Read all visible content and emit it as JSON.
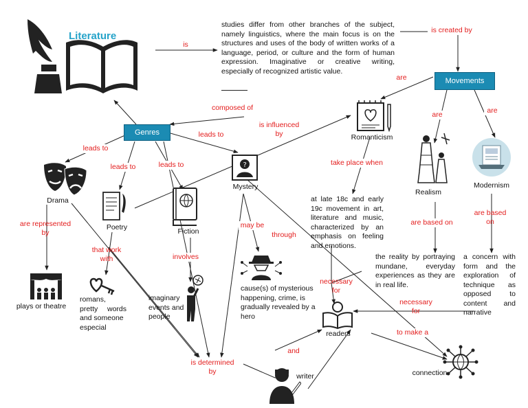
{
  "title": "Literature",
  "definition": {
    "lines": [
      "studies differ from other branches of the subject,",
      "namely linguistics, where the main focus is on the",
      "structures and uses of the body of written works of a",
      "language, period, or culture and the form of human",
      "expression.  Imaginative  or  creative  writing,",
      "especially of recognized artistic value."
    ]
  },
  "boxes": {
    "genres": "Genres",
    "movements": "Movements"
  },
  "nodes": {
    "drama": "Drama",
    "poetry": "Poetry",
    "fiction": "Fiction",
    "mystery": "Mystery",
    "romanticism": "Romanticism",
    "realism": "Realism",
    "modernism": "Modernism",
    "plays": "plays or theatre",
    "readers": "readers",
    "writer": "writer",
    "connection": "connection"
  },
  "texts": {
    "romans": [
      "romans,",
      "pretty  words",
      "and someone",
      "especial"
    ],
    "imaginary": [
      "imaginary",
      "events and",
      "people"
    ],
    "mysterious": [
      "cause(s) of mysterious",
      "happening, crime, is",
      "gradually revealed by a",
      "hero"
    ],
    "romanticism_desc": [
      "at late 18c and early",
      "19c movement in art,",
      "literature and music,",
      "characterized  by  an",
      "emphasis on feeling",
      "and emotions."
    ],
    "realism_desc": [
      "the reality by portraying",
      "mundane,        everyday",
      "experiences as they are",
      "in real life."
    ],
    "modernism_desc": [
      "a concern with",
      "form  and  the",
      "exploration   of",
      "technique     as",
      "opposed         to",
      "content         and",
      "narrative"
    ]
  },
  "labels": {
    "is": "is",
    "is_created_by": "is created by",
    "are_romanticism": "are",
    "are_realism": "are",
    "are_modernism": "are",
    "composed_of": "composed of",
    "is_influenced_by": [
      "is influenced",
      "by"
    ],
    "leads_to_drama": "leads to",
    "leads_to_poetry": "leads to",
    "leads_to_fiction": "leads to",
    "leads_to_mystery": "leads to",
    "take_place_when": "take place when",
    "are_represented_by": [
      "are represented",
      "by"
    ],
    "that_work_with": [
      "that work",
      "with"
    ],
    "involves": "involves",
    "may_be": "may be",
    "through": "through",
    "are_based_on_realism": "are based on",
    "are_based_on_modernism": [
      "are based",
      "on"
    ],
    "necessary_for_1": [
      "necessary",
      "for"
    ],
    "necessary_for_2": [
      "necessary",
      "for"
    ],
    "to_make_a": "to make a",
    "and": "and",
    "is_determined_by": [
      "is determined",
      "by"
    ]
  },
  "colors": {
    "box": "#1b8bb3",
    "label": "#e31c1c",
    "title": "#25a3c9",
    "line": "#222222"
  }
}
